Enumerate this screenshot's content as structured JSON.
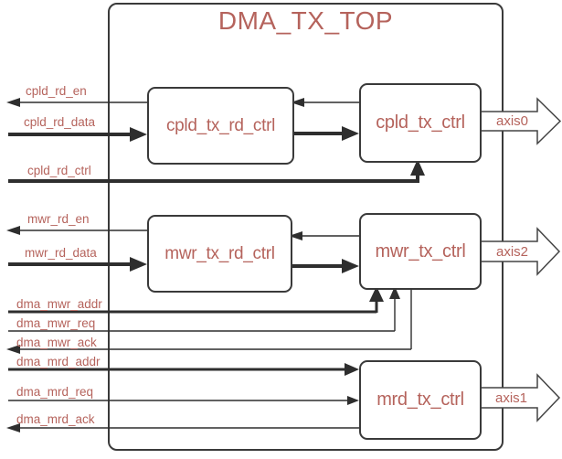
{
  "diagram": {
    "title": "DMA_TX_TOP",
    "colors": {
      "text": "#b5635c",
      "line": "#2e2e2e",
      "border": "#3a3a3a",
      "background": "#ffffff"
    },
    "blocks": [
      {
        "label": "cpld_tx_rd_ctrl"
      },
      {
        "label": "cpld_tx_ctrl"
      },
      {
        "label": "mwr_tx_rd_ctrl"
      },
      {
        "label": "mwr_tx_ctrl"
      },
      {
        "label": "mrd_tx_ctrl"
      }
    ],
    "signals": [
      {
        "label": "cpld_rd_en",
        "direction": "out-left",
        "weight": "thin"
      },
      {
        "label": "cpld_rd_data",
        "direction": "in-right",
        "weight": "thick"
      },
      {
        "label": "cpld_rd_ctrl",
        "direction": "in-right",
        "weight": "thick"
      },
      {
        "label": "mwr_rd_en",
        "direction": "out-left",
        "weight": "thin"
      },
      {
        "label": "mwr_rd_data",
        "direction": "in-right",
        "weight": "thick"
      },
      {
        "label": "dma_mwr_addr",
        "direction": "in-right",
        "weight": "thick"
      },
      {
        "label": "dma_mwr_req",
        "direction": "in-right",
        "weight": "thin"
      },
      {
        "label": "dma_mwr_ack",
        "direction": "out-left",
        "weight": "thin"
      },
      {
        "label": "dma_mrd_addr",
        "direction": "in-right",
        "weight": "thick"
      },
      {
        "label": "dma_mrd_req",
        "direction": "in-right",
        "weight": "thin"
      },
      {
        "label": "dma_mrd_ack",
        "direction": "out-left",
        "weight": "thin"
      }
    ],
    "outputs": [
      {
        "label": "axis0"
      },
      {
        "label": "axis2"
      },
      {
        "label": "axis1"
      }
    ]
  }
}
